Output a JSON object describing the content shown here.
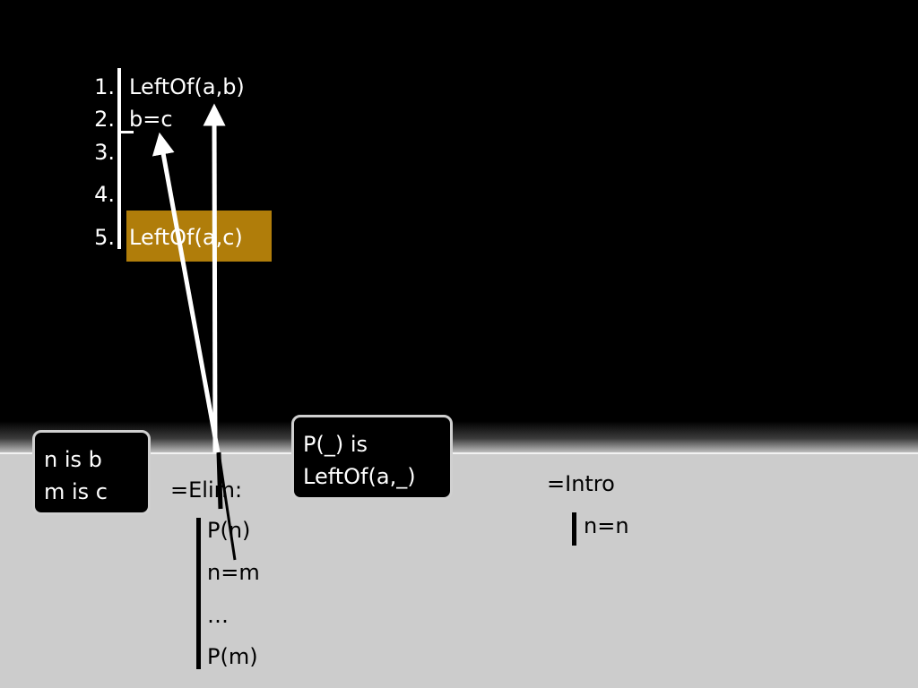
{
  "proof": {
    "lines": [
      {
        "num": "1.",
        "text": "LeftOf(a,b)"
      },
      {
        "num": "2.",
        "text": "b=c"
      },
      {
        "num": "3.",
        "text": ""
      },
      {
        "num": "4.",
        "text": ""
      },
      {
        "num": "5.",
        "text": "LeftOf(a,c)"
      }
    ],
    "highlight_color": "#b07d0a"
  },
  "boxes": {
    "substitution": [
      "n is b",
      "m is c"
    ],
    "predicate": [
      "P(_) is",
      "LeftOf(a,_)"
    ]
  },
  "elim": {
    "title": "=Elim:",
    "lines": [
      "P(n)",
      "n=m",
      "…",
      "P(m)"
    ]
  },
  "intro": {
    "title": "=Intro",
    "line": "n=n"
  }
}
